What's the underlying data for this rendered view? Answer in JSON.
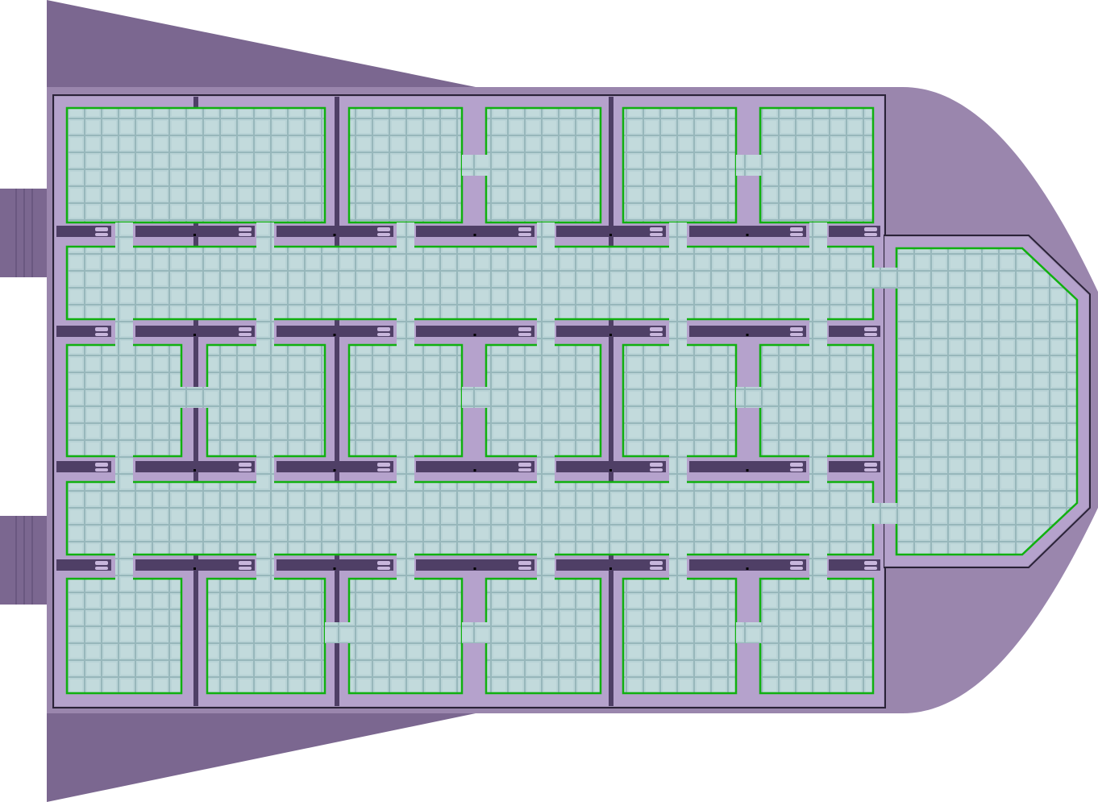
{
  "scene": "ship-deck-layout",
  "colors": {
    "background": "#ffffff",
    "hull_dark": "#7b6790",
    "hull_light": "#9a86ad",
    "hull_frame": "#a493b8",
    "wall_fill": "#b5a2cc",
    "wall_shadow": "#4f3f66",
    "wall_edge": "#2a2238",
    "floor": "#b9d3d6",
    "floor_grid": "#97b7bb",
    "room_outline": "#10b010",
    "console_light": "#c8b6dc"
  },
  "deck": {
    "columns": 6,
    "room_rows": 3,
    "corridors": 2,
    "bridge_room": true
  }
}
